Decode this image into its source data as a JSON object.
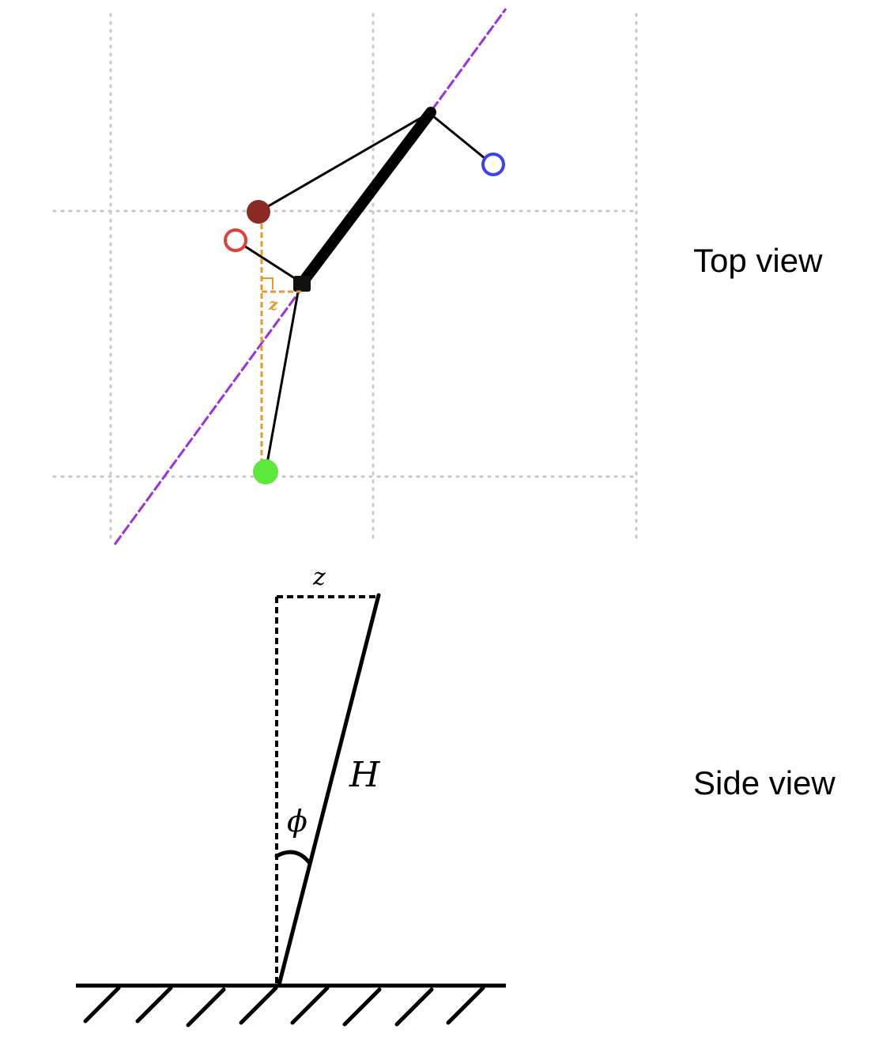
{
  "labels": {
    "top_view": "Top view",
    "side_view": "Side view"
  },
  "symbols": {
    "offset_top": "z",
    "offset_side": "z",
    "height": "H",
    "angle": "ϕ"
  },
  "colors": {
    "grid": "#c8c8c8",
    "guide_line": "#9b30e0",
    "offset_construction": "#e8992a",
    "arm": "#000000",
    "marker_dark_red": "#8b2a22",
    "marker_red_ring": "#e0403a",
    "marker_blue_ring": "#3a44e8",
    "marker_green": "#5ee83c"
  }
}
